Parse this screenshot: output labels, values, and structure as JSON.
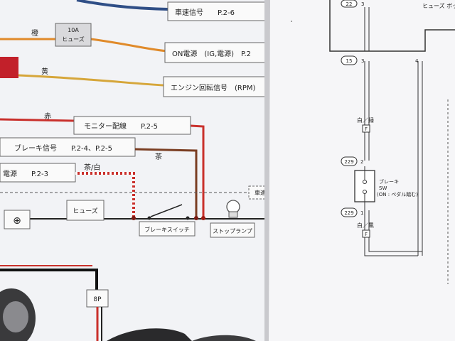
{
  "left_page": {
    "fuse_box": {
      "amp": "10A",
      "name": "ヒューズ"
    },
    "wire_colors": {
      "orange": "橙",
      "yellow": "黄",
      "red": "赤",
      "brown": "茶",
      "brown_white": "茶/白"
    },
    "signals": {
      "speed": "車速信号　　P.2-6",
      "on_power": "ON電源　(IG,電源)　P.2",
      "rpm": "エンジン回転信号　(RPM)",
      "monitor": "モニター配線　　P.2-5",
      "brake": "ブレーキ信号　　P.2-4、P.2-5",
      "power": "電源　　P.2-3"
    },
    "cut_label": "車速",
    "inline_fuse": "ヒューズ",
    "brake_switch": "ブレーキスイッチ",
    "stop_lamp": "ストップランプ",
    "connector": "8P",
    "ground_symbol": "⊕"
  },
  "right_page": {
    "pins": [
      "22",
      "15",
      "229",
      "229"
    ],
    "pin_numbers": [
      "3",
      "3",
      "4",
      "2",
      "1"
    ],
    "top_label": "ヒューズ ボッ",
    "wire_white_green": "白／緑",
    "wire_white_black": "白／黒",
    "flag": "F",
    "brake_sw_title": "ブレーキ",
    "brake_sw_sw": "SW",
    "brake_sw_note": "(ON : ペダル踏む)"
  },
  "colors": {
    "page": "#f4f4f6",
    "wire_blue": "#2f4e86",
    "wire_orange": "#e08a2a",
    "wire_yellow": "#d6a63a",
    "wire_red": "#c9302c",
    "wire_brown": "#7a3d22",
    "dark_red_block": "#c2202a"
  }
}
